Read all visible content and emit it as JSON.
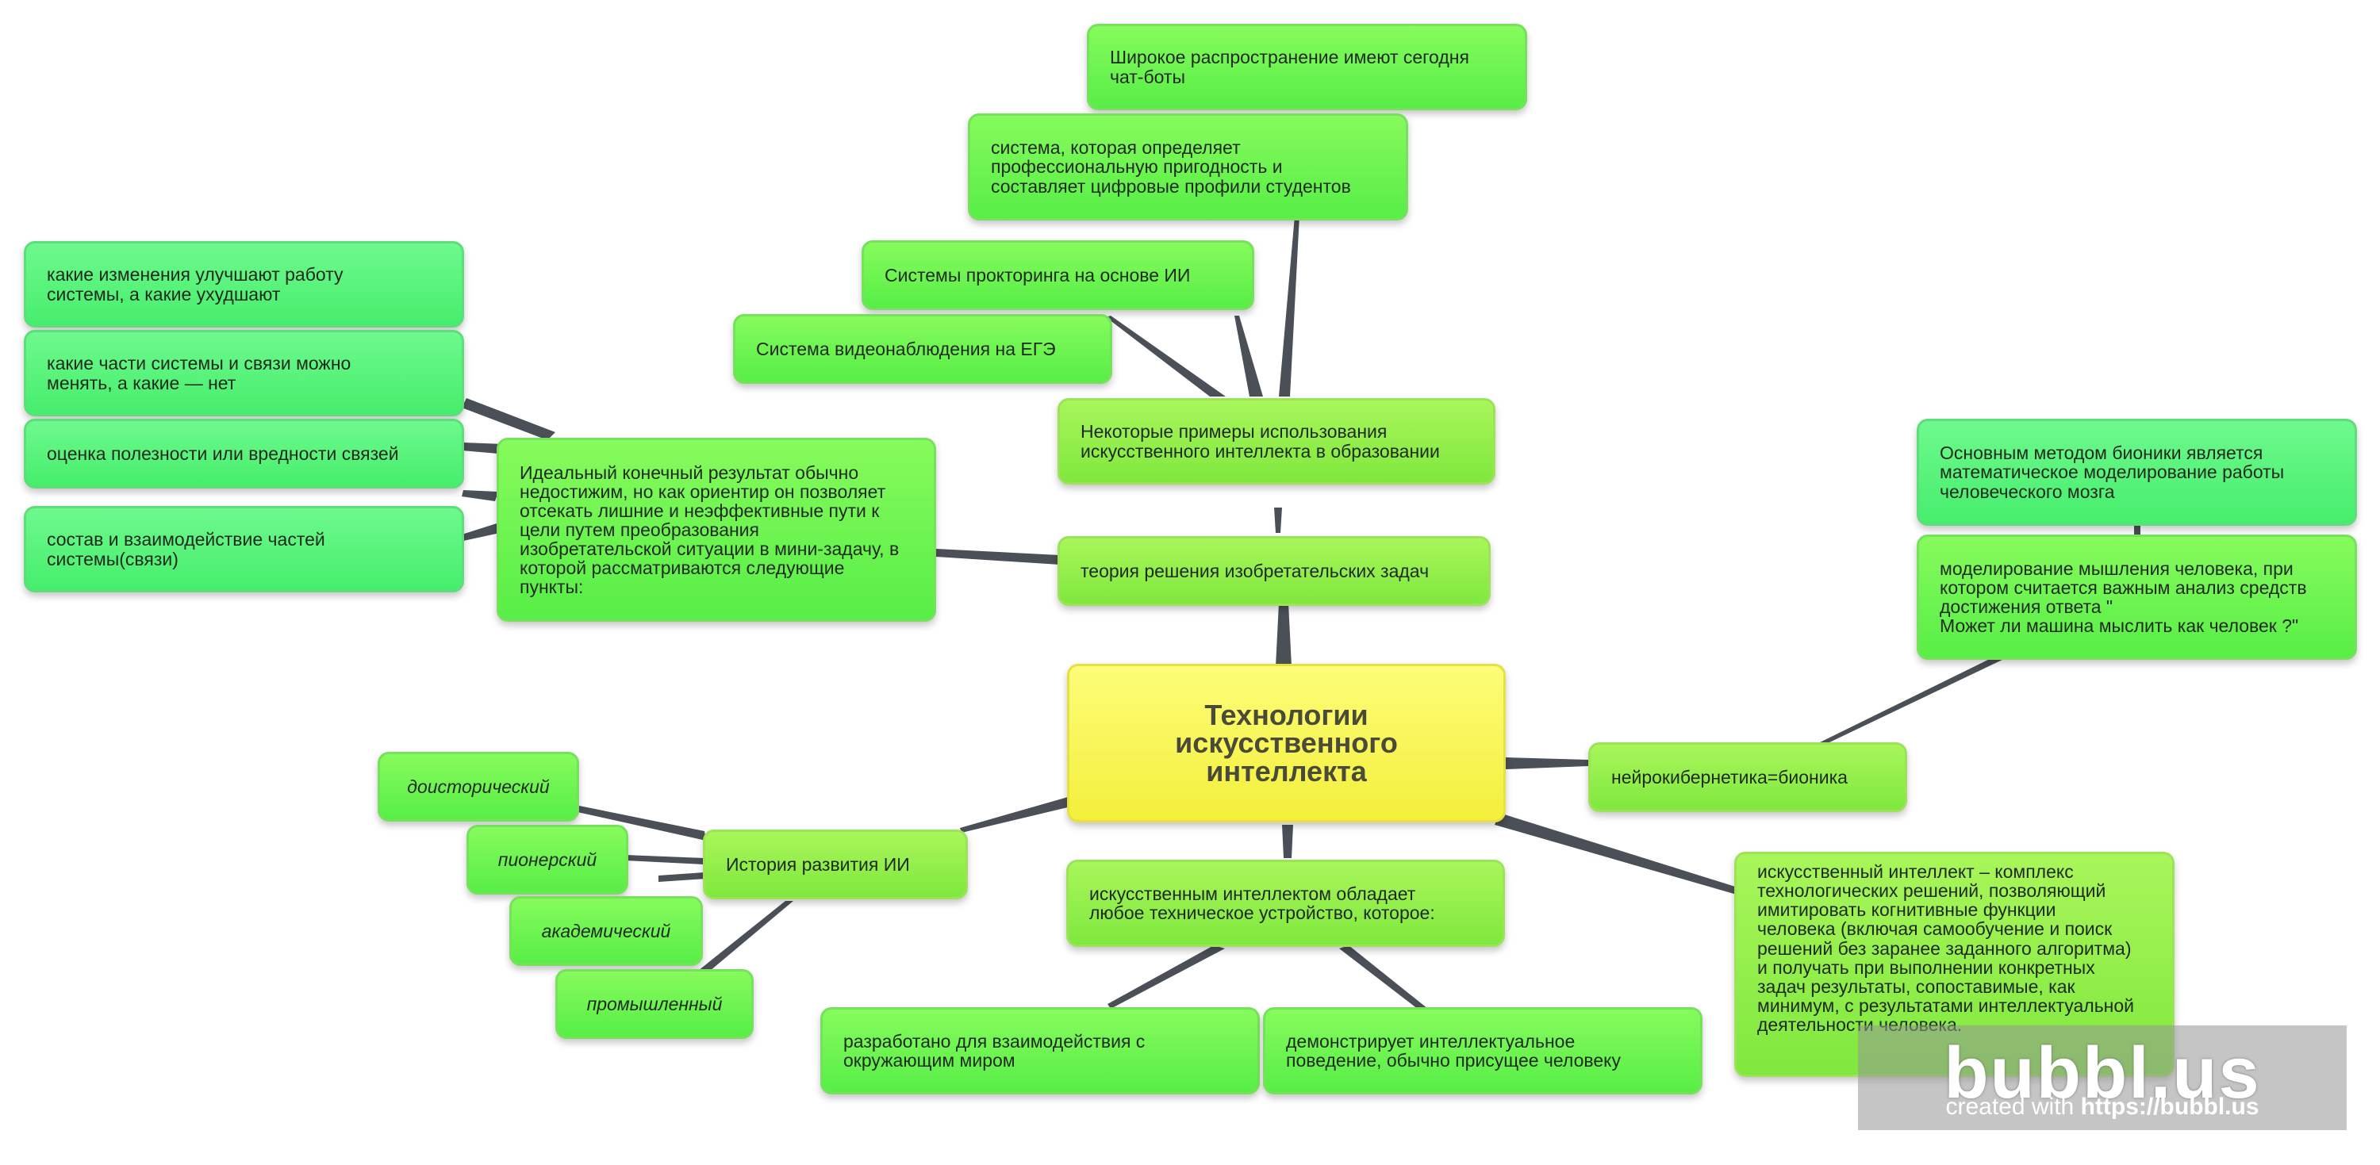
{
  "central": "Технологии\nискусственного\nинтеллекта",
  "examples": {
    "title": "Некоторые примеры использования\nискусственного интеллекта в образовании",
    "items": [
      "Широкое распространение имеют сегодня\nчат-боты",
      "система, которая определяет\nпрофессиональную пригодность и\nсоставляет цифровые профили студентов",
      "Системы прокторинга на основе ИИ",
      "Система видеонаблюдения на ЕГЭ"
    ]
  },
  "triz": {
    "title": "теория решения изобретательских задач",
    "ideal": "Идеальный конечный результат обычно\nнедостижим, но как ориентир он позволяет\nотсекать лишние и неэффективные пути к\nцели путем преобразования\nизобретательской ситуации в мини-задачу, в\nкоторой рассматриваются следующие\nпункты:",
    "points": [
      "какие изменения улучшают работу\nсистемы, а какие ухудшают",
      "какие части системы и связи можно\nменять, а какие — нет",
      "оценка полезности или вредности связей",
      "состав и взаимодействие частей\nсистемы(связи)"
    ]
  },
  "bionics": {
    "title": "нейрокибернетика=бионика",
    "items": [
      "Основным методом бионики является\nматематическое моделирование работы\nчеловеческого мозга",
      "моделирование мышления человека, при\nкотором считается важным анализ средств\nдостижения ответа  \"\nМожет ли машина мыслить как человек ?\""
    ]
  },
  "definition": "искусственный интеллект – комплекс\nтехнологических решений, позволяющий\nимитировать когнитивные функции\nчеловека (включая самообучение и поиск\nрешений без заранее заданного алгоритма)\nи получать при выполнении конкретных\nзадач результаты, сопоставимые, как\nминимум, с результатами интеллектуальной\nдеятельности человека.",
  "device": {
    "title": "искусственным интеллектом обладает\nлюбое техническое устройство, которое:",
    "items": [
      "разработано для взаимодействия с\nокружающим миром",
      "демонстрирует интеллектуальное\nповедение, обычно присущее человеку"
    ]
  },
  "history": {
    "title": "История развития ИИ",
    "stages": [
      "доисторический",
      "пионерский",
      "академический",
      "промышленный"
    ]
  },
  "watermark": {
    "logo": "bubbl.us",
    "created": "created with ",
    "url": "https://bubbl.us"
  },
  "colors": {
    "connector": "#4a4f58",
    "central_fill": "#f6f24a",
    "level1_fill": "#94ef4c",
    "level2_fill": "#6ff452"
  }
}
